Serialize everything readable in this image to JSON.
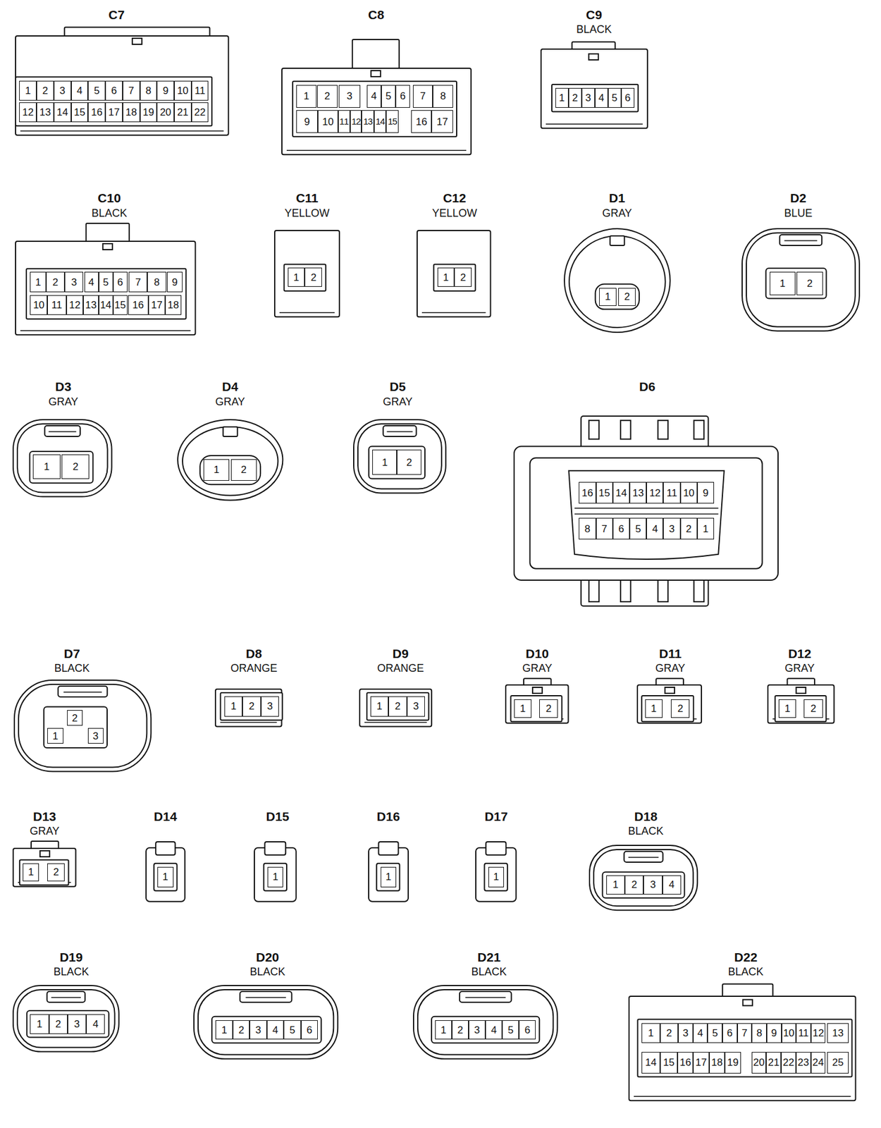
{
  "diagram": {
    "nodes": [
      {
        "text": [
          "C7"
        ]
      },
      {
        "text": [
          "1"
        ],
        "in": 0
      },
      {
        "text": [
          "2"
        ],
        "in": 0
      },
      {
        "text": [
          "3"
        ],
        "in": 0
      },
      {
        "text": [
          "4"
        ],
        "in": 0
      },
      {
        "text": [
          "5"
        ],
        "in": 0
      },
      {
        "text": [
          "6"
        ],
        "in": 0
      },
      {
        "text": [
          "7"
        ],
        "in": 0
      },
      {
        "text": [
          "8"
        ],
        "in": 0
      },
      {
        "text": [
          "9"
        ],
        "in": 0
      },
      {
        "text": [
          "10"
        ],
        "in": 0
      },
      {
        "text": [
          "11"
        ],
        "in": 0
      },
      {
        "text": [
          "12"
        ],
        "in": 0
      },
      {
        "text": [
          "13"
        ],
        "in": 0
      },
      {
        "text": [
          "14"
        ],
        "in": 0
      },
      {
        "text": [
          "15"
        ],
        "in": 0
      },
      {
        "text": [
          "16"
        ],
        "in": 0
      },
      {
        "text": [
          "17"
        ],
        "in": 0
      },
      {
        "text": [
          "18"
        ],
        "in": 0
      },
      {
        "text": [
          "19"
        ],
        "in": 0
      },
      {
        "text": [
          "20"
        ],
        "in": 0
      },
      {
        "text": [
          "21"
        ],
        "in": 0
      },
      {
        "text": [
          "22"
        ],
        "in": 0
      },
      {
        "text": [
          "C8"
        ]
      },
      {
        "text": [
          "1"
        ],
        "in": 23
      },
      {
        "text": [
          "2"
        ],
        "in": 23
      },
      {
        "text": [
          "3"
        ],
        "in": 23
      },
      {
        "text": [
          "4"
        ],
        "in": 23
      },
      {
        "text": [
          "5"
        ],
        "in": 23
      },
      {
        "text": [
          "6"
        ],
        "in": 23
      },
      {
        "text": [
          "7"
        ],
        "in": 23
      },
      {
        "text": [
          "8"
        ],
        "in": 23
      },
      {
        "text": [
          "9"
        ],
        "in": 23
      },
      {
        "text": [
          "10"
        ],
        "in": 23
      },
      {
        "text": [
          "11"
        ],
        "in": 23
      },
      {
        "text": [
          "12"
        ],
        "in": 23
      },
      {
        "text": [
          "13"
        ],
        "in": 23
      },
      {
        "text": [
          "14"
        ],
        "in": 23
      },
      {
        "text": [
          "15"
        ],
        "in": 23
      },
      {
        "text": [
          "16"
        ],
        "in": 23
      },
      {
        "text": [
          "17"
        ],
        "in": 23
      },
      {
        "text": [
          "C9",
          "BLACK"
        ]
      },
      {
        "text": [
          "1"
        ],
        "in": 41
      },
      {
        "text": [
          "2"
        ],
        "in": 41
      },
      {
        "text": [
          "3"
        ],
        "in": 41
      },
      {
        "text": [
          "4"
        ],
        "in": 41
      },
      {
        "text": [
          "5"
        ],
        "in": 41
      },
      {
        "text": [
          "6"
        ],
        "in": 41
      },
      {
        "text": [
          "C10",
          "BLACK"
        ]
      },
      {
        "text": [
          "1"
        ],
        "in": 48
      },
      {
        "text": [
          "2"
        ],
        "in": 48
      },
      {
        "text": [
          "3"
        ],
        "in": 48
      },
      {
        "text": [
          "4"
        ],
        "in": 48
      },
      {
        "text": [
          "5"
        ],
        "in": 48
      },
      {
        "text": [
          "6"
        ],
        "in": 48
      },
      {
        "text": [
          "7"
        ],
        "in": 48
      },
      {
        "text": [
          "8"
        ],
        "in": 48
      },
      {
        "text": [
          "9"
        ],
        "in": 48
      },
      {
        "text": [
          "10"
        ],
        "in": 48
      },
      {
        "text": [
          "11"
        ],
        "in": 48
      },
      {
        "text": [
          "12"
        ],
        "in": 48
      },
      {
        "text": [
          "13"
        ],
        "in": 48
      },
      {
        "text": [
          "14"
        ],
        "in": 48
      },
      {
        "text": [
          "15"
        ],
        "in": 48
      },
      {
        "text": [
          "16"
        ],
        "in": 48
      },
      {
        "text": [
          "17"
        ],
        "in": 48
      },
      {
        "text": [
          "18"
        ],
        "in": 48
      },
      {
        "text": [
          "C11",
          "YELLOW"
        ]
      },
      {
        "text": [
          "1"
        ],
        "in": 67
      },
      {
        "text": [
          "2"
        ],
        "in": 67
      },
      {
        "text": [
          "C12",
          "YELLOW"
        ]
      },
      {
        "text": [
          "1"
        ],
        "in": 70
      },
      {
        "text": [
          "2"
        ],
        "in": 70
      },
      {
        "text": [
          "D1",
          "GRAY"
        ]
      },
      {
        "text": [
          "1"
        ],
        "in": 73
      },
      {
        "text": [
          "2"
        ],
        "in": 73
      },
      {
        "text": [
          "D2",
          "BLUE"
        ]
      },
      {
        "text": [
          "1"
        ],
        "in": 76
      },
      {
        "text": [
          "2"
        ],
        "in": 76
      },
      {
        "text": [
          "D3",
          "GRAY"
        ]
      },
      {
        "text": [
          "1"
        ],
        "in": 79
      },
      {
        "text": [
          "2"
        ],
        "in": 79
      },
      {
        "text": [
          "D4",
          "GRAY"
        ]
      },
      {
        "text": [
          "1"
        ],
        "in": 82
      },
      {
        "text": [
          "2"
        ],
        "in": 82
      },
      {
        "text": [
          "D5",
          "GRAY"
        ]
      },
      {
        "text": [
          "1"
        ],
        "in": 85
      },
      {
        "text": [
          "2"
        ],
        "in": 85
      },
      {
        "text": [
          "D6"
        ]
      },
      {
        "text": [
          "1"
        ],
        "in": 88
      },
      {
        "text": [
          "2"
        ],
        "in": 88
      },
      {
        "text": [
          "3"
        ],
        "in": 88
      },
      {
        "text": [
          "4"
        ],
        "in": 88
      },
      {
        "text": [
          "5"
        ],
        "in": 88
      },
      {
        "text": [
          "6"
        ],
        "in": 88
      },
      {
        "text": [
          "7"
        ],
        "in": 88
      },
      {
        "text": [
          "8"
        ],
        "in": 88
      },
      {
        "text": [
          "9"
        ],
        "in": 88
      },
      {
        "text": [
          "10"
        ],
        "in": 88
      },
      {
        "text": [
          "11"
        ],
        "in": 88
      },
      {
        "text": [
          "12"
        ],
        "in": 88
      },
      {
        "text": [
          "13"
        ],
        "in": 88
      },
      {
        "text": [
          "14"
        ],
        "in": 88
      },
      {
        "text": [
          "15"
        ],
        "in": 88
      },
      {
        "text": [
          "16"
        ],
        "in": 88
      },
      {
        "text": [
          "D7",
          "BLACK"
        ]
      },
      {
        "text": [
          "1"
        ],
        "in": 105
      },
      {
        "text": [
          "2"
        ],
        "in": 105
      },
      {
        "text": [
          "3"
        ],
        "in": 105
      },
      {
        "text": [
          "D8",
          "ORANGE"
        ]
      },
      {
        "text": [
          "1"
        ],
        "in": 109
      },
      {
        "text": [
          "2"
        ],
        "in": 109
      },
      {
        "text": [
          "3"
        ],
        "in": 109
      },
      {
        "text": [
          "D9",
          "ORANGE"
        ]
      },
      {
        "text": [
          "1"
        ],
        "in": 113
      },
      {
        "text": [
          "2"
        ],
        "in": 113
      },
      {
        "text": [
          "3"
        ],
        "in": 113
      },
      {
        "text": [
          "D10",
          "GRAY"
        ]
      },
      {
        "text": [
          "1"
        ],
        "in": 117
      },
      {
        "text": [
          "2"
        ],
        "in": 117
      },
      {
        "text": [
          "D11",
          "GRAY"
        ]
      },
      {
        "text": [
          "1"
        ],
        "in": 120
      },
      {
        "text": [
          "2"
        ],
        "in": 120
      },
      {
        "text": [
          "D12",
          "GRAY"
        ]
      },
      {
        "text": [
          "1"
        ],
        "in": 123
      },
      {
        "text": [
          "2"
        ],
        "in": 123
      },
      {
        "text": [
          "D13",
          "GRAY"
        ]
      },
      {
        "text": [
          "1"
        ],
        "in": 126
      },
      {
        "text": [
          "2"
        ],
        "in": 126
      },
      {
        "text": [
          "D14"
        ]
      },
      {
        "text": [
          "1"
        ],
        "in": 129
      },
      {
        "text": [
          "D15"
        ]
      },
      {
        "text": [
          "1"
        ],
        "in": 131
      },
      {
        "text": [
          "D16"
        ]
      },
      {
        "text": [
          "1"
        ],
        "in": 133
      },
      {
        "text": [
          "D17"
        ]
      },
      {
        "text": [
          "1"
        ],
        "in": 135
      },
      {
        "text": [
          "D18",
          "BLACK"
        ]
      },
      {
        "text": [
          "1"
        ],
        "in": 137
      },
      {
        "text": [
          "2"
        ],
        "in": 137
      },
      {
        "text": [
          "3"
        ],
        "in": 137
      },
      {
        "text": [
          "4"
        ],
        "in": 137
      },
      {
        "text": [
          "D19",
          "BLACK"
        ]
      },
      {
        "text": [
          "1"
        ],
        "in": 142
      },
      {
        "text": [
          "2"
        ],
        "in": 142
      },
      {
        "text": [
          "3"
        ],
        "in": 142
      },
      {
        "text": [
          "4"
        ],
        "in": 142
      },
      {
        "text": [
          "D20",
          "BLACK"
        ]
      },
      {
        "text": [
          "1"
        ],
        "in": 147
      },
      {
        "text": [
          "2"
        ],
        "in": 147
      },
      {
        "text": [
          "3"
        ],
        "in": 147
      },
      {
        "text": [
          "4"
        ],
        "in": 147
      },
      {
        "text": [
          "5"
        ],
        "in": 147
      },
      {
        "text": [
          "6"
        ],
        "in": 147
      },
      {
        "text": [
          "D21",
          "BLACK"
        ]
      },
      {
        "text": [
          "1"
        ],
        "in": 154
      },
      {
        "text": [
          "2"
        ],
        "in": 154
      },
      {
        "text": [
          "3"
        ],
        "in": 154
      },
      {
        "text": [
          "4"
        ],
        "in": 154
      },
      {
        "text": [
          "5"
        ],
        "in": 154
      },
      {
        "text": [
          "6"
        ],
        "in": 154
      },
      {
        "text": [
          "D22",
          "BLACK"
        ]
      },
      {
        "text": [
          "1"
        ],
        "in": 161
      },
      {
        "text": [
          "2"
        ],
        "in": 161
      },
      {
        "text": [
          "3"
        ],
        "in": 161
      },
      {
        "text": [
          "4"
        ],
        "in": 161
      },
      {
        "text": [
          "5"
        ],
        "in": 161
      },
      {
        "text": [
          "6"
        ],
        "in": 161
      },
      {
        "text": [
          "7"
        ],
        "in": 161
      },
      {
        "text": [
          "8"
        ],
        "in": 161
      },
      {
        "text": [
          "9"
        ],
        "in": 161
      },
      {
        "text": [
          "10"
        ],
        "in": 161
      },
      {
        "text": [
          "11"
        ],
        "in": 161
      },
      {
        "text": [
          "12"
        ],
        "in": 161
      },
      {
        "text": [
          "13"
        ],
        "in": 161
      },
      {
        "text": [
          "14"
        ],
        "in": 161
      },
      {
        "text": [
          "15"
        ],
        "in": 161
      },
      {
        "text": [
          "16"
        ],
        "in": 161
      },
      {
        "text": [
          "17"
        ],
        "in": 161
      },
      {
        "text": [
          "18"
        ],
        "in": 161
      },
      {
        "text": [
          "19"
        ],
        "in": 161
      },
      {
        "text": [
          "20"
        ],
        "in": 161
      },
      {
        "text": [
          "21"
        ],
        "in": 161
      },
      {
        "text": [
          "22"
        ],
        "in": 161
      },
      {
        "text": [
          "23"
        ],
        "in": 161
      },
      {
        "text": [
          "24"
        ],
        "in": 161
      },
      {
        "text": [
          "25"
        ],
        "in": 161
      }
    ]
  }
}
